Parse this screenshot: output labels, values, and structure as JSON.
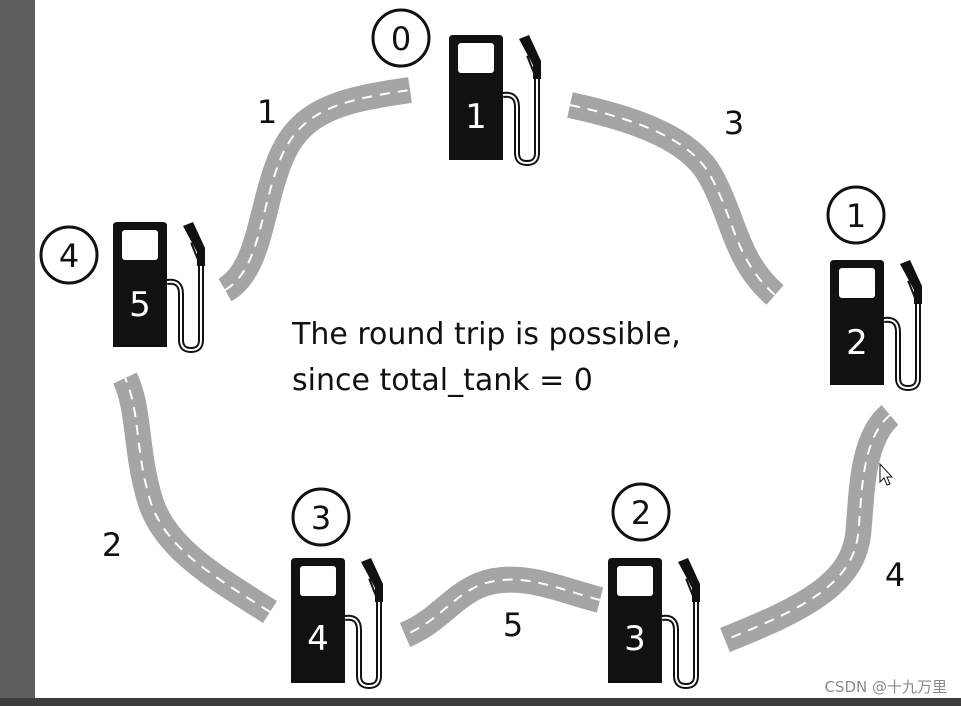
{
  "caption": {
    "line1": "The round trip is possible,",
    "line2": "since total_tank = 0"
  },
  "stations": [
    {
      "index": "0",
      "gas": "1"
    },
    {
      "index": "1",
      "gas": "2"
    },
    {
      "index": "2",
      "gas": "3"
    },
    {
      "index": "3",
      "gas": "4"
    },
    {
      "index": "4",
      "gas": "5"
    }
  ],
  "costs": [
    {
      "from": "0",
      "to": "1",
      "cost": "3"
    },
    {
      "from": "1",
      "to": "2",
      "cost": "4"
    },
    {
      "from": "2",
      "to": "3",
      "cost": "5"
    },
    {
      "from": "3",
      "to": "4",
      "cost": "2"
    },
    {
      "from": "4",
      "to": "0",
      "cost": "1"
    }
  ],
  "watermark": "CSDN @十九万里",
  "colors": {
    "road": "#a5a5a5",
    "pump": "#111111",
    "background": "#ffffff"
  }
}
